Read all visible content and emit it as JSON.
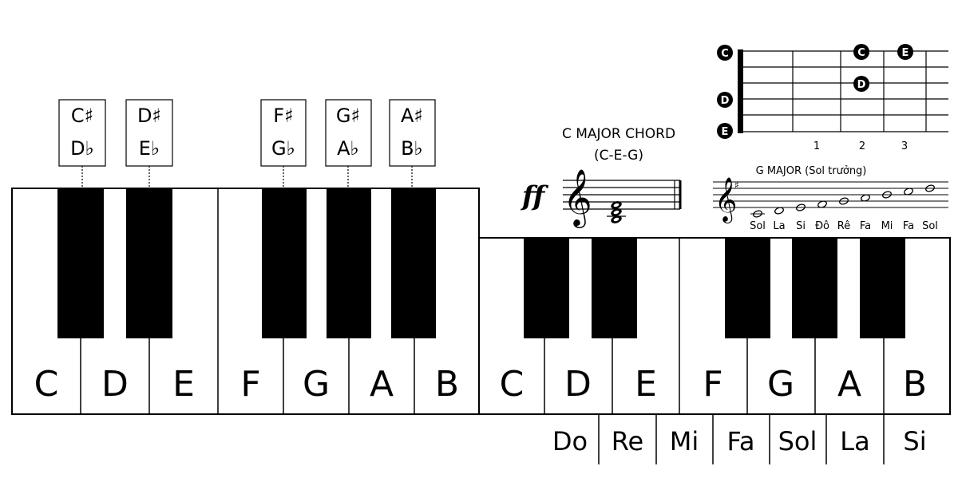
{
  "piano": {
    "octave1": {
      "white_keys": [
        "C",
        "D",
        "E",
        "F",
        "G",
        "A",
        "B"
      ],
      "accidentals": [
        {
          "sharp": "C♯",
          "flat": "D♭"
        },
        {
          "sharp": "D♯",
          "flat": "E♭"
        },
        {
          "sharp": "F♯",
          "flat": "G♭"
        },
        {
          "sharp": "G♯",
          "flat": "A♭"
        },
        {
          "sharp": "A♯",
          "flat": "B♭"
        }
      ]
    },
    "octave2": {
      "white_keys": [
        "C",
        "D",
        "E",
        "F",
        "G",
        "A",
        "B"
      ]
    },
    "solfege": [
      "Do",
      "Re",
      "Mi",
      "Fa",
      "Sol",
      "La",
      "Si"
    ]
  },
  "chord": {
    "title": "C MAJOR CHORD",
    "notes": "(C-E-G)",
    "dynamic": "ff"
  },
  "g_major": {
    "title": "G MAJOR (Sol trưởng)",
    "notes": [
      "Sol",
      "La",
      "Si",
      "Đô",
      "Rê",
      "Fa",
      "Mi",
      "Fa",
      "Sol"
    ]
  },
  "fretboard": {
    "string_labels": [
      "C",
      "D",
      "E"
    ],
    "fret_numbers": [
      "1",
      "2",
      "3"
    ],
    "fret_dots": [
      "C",
      "E",
      "D"
    ]
  }
}
